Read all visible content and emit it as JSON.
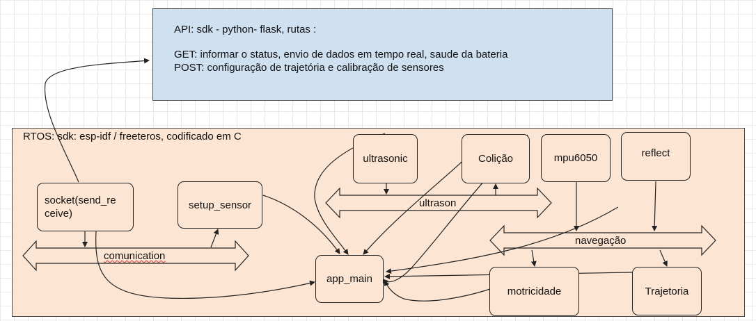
{
  "api": {
    "line1": "API: sdk - python- flask, rutas :",
    "line2": "GET: informar o status, envio de dados em tempo real, saude da bateria",
    "line3": "POST: configuração de trajetória e calibração de sensores"
  },
  "rtos": {
    "title": "RTOS: sdk: esp-idf / freeteros, codificado em C"
  },
  "nodes": {
    "socket": "socket(send_re ceive)",
    "setup_sensor": "setup_sensor",
    "app_main": "app_main",
    "ultrasonic": "ultrasonic",
    "colicao": "Colição",
    "mpu6050": "mpu6050",
    "reflect": "reflect",
    "motricidade": "motricidade",
    "trajetoria": "Trajetoria"
  },
  "buses": {
    "comunication": "comunication",
    "ultrason": "ultrason",
    "navegacao": "navegação"
  },
  "colors": {
    "api_fill": "#cfe0f0",
    "rtos_fill": "#fce5d2",
    "stroke": "#222222"
  }
}
